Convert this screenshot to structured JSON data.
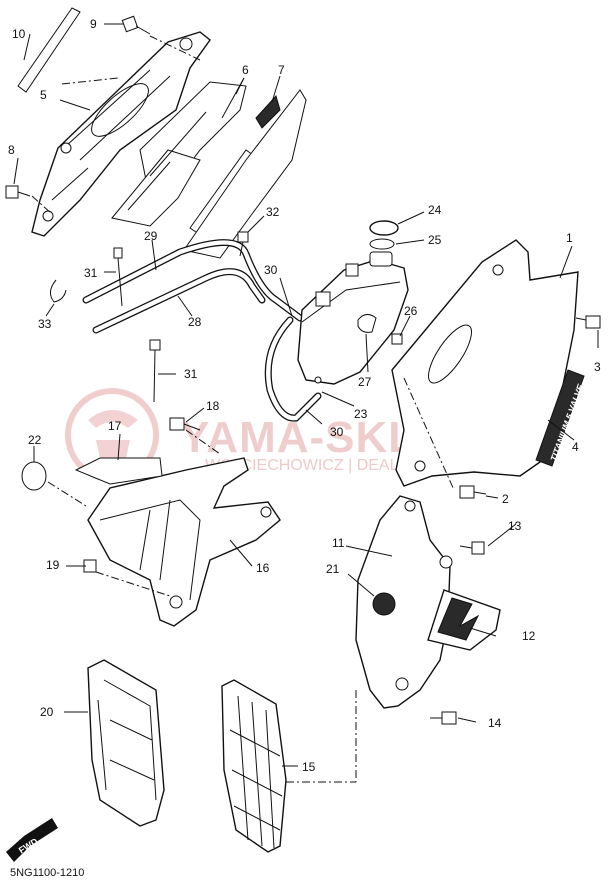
{
  "diagram": {
    "code": "5NG1100-1210",
    "watermark": {
      "title": "YAMA-SKLEP.PL",
      "subtitle": "WOJCIECHOWICZ | DEALER YAMAHA"
    },
    "decal_text": "TITANIUM 5 VALVE",
    "fwd_label": "FWD",
    "part_numbers": [
      "1",
      "2",
      "3",
      "4",
      "5",
      "6",
      "7",
      "8",
      "9",
      "10",
      "11",
      "12",
      "13",
      "14",
      "15",
      "16",
      "17",
      "18",
      "19",
      "20",
      "21",
      "22",
      "23",
      "24",
      "25",
      "26",
      "27",
      "28",
      "29",
      "30",
      "30",
      "31",
      "31",
      "32",
      "33"
    ]
  }
}
